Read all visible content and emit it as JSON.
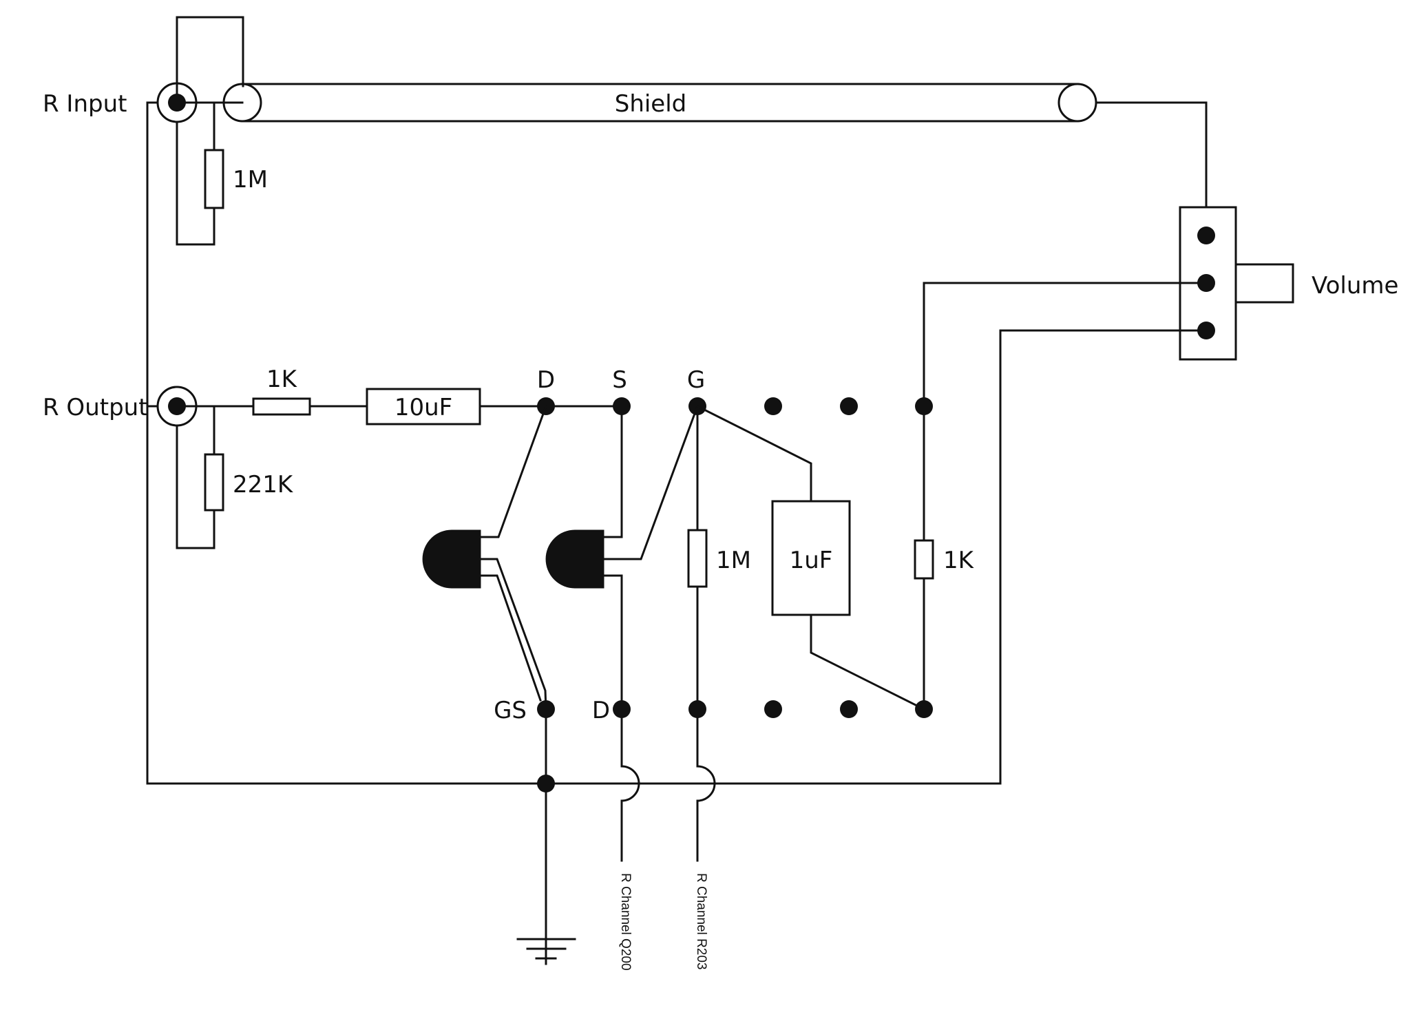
{
  "labels": {
    "r_input": "R Input",
    "r_output": "R Output",
    "shield": "Shield",
    "volume": "Volume",
    "res_1m_input": "1M",
    "res_1k_output": "1K",
    "cap_10uf": "10uF",
    "res_221k": "221K",
    "pin_d_top": "D",
    "pin_s_top": "S",
    "pin_g_top": "G",
    "pin_gs_bottom": "GS",
    "pin_d_bottom": "D",
    "res_1m_board": "1M",
    "cap_1uf": "1uF",
    "res_1k_board": "1K",
    "lead_q200": "R Channel Q200",
    "lead_r203": "R Channel R203"
  },
  "colors": {
    "ink": "#111111",
    "background": "#ffffff"
  }
}
